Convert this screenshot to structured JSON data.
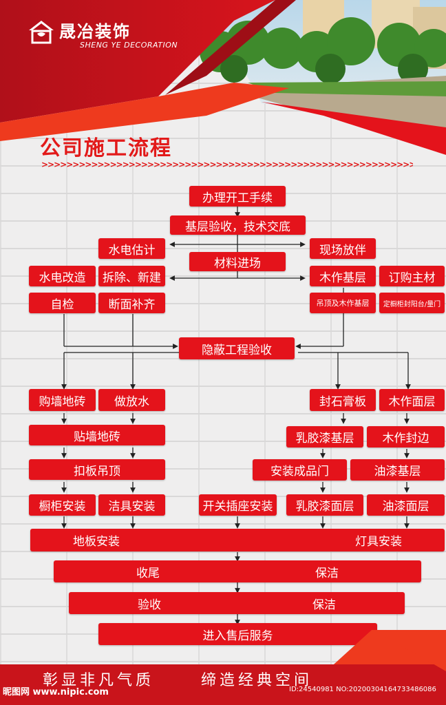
{
  "brand": {
    "name": "晟冶装饰",
    "english": "SHENG YE DECORATION"
  },
  "title": "公司施工流程",
  "arrow_line": ">>>>>>>>>>>>>>>>>>>>>>>>>>>>>>>>>>>>>>>>>>>>>>>>>>>>>>>>>>>>>>>>",
  "steps": {
    "s01": "办理开工手续",
    "s02": "基层验收，技术交底",
    "s03": "水电估计",
    "s04": "现场放伴",
    "s05": "材料进场",
    "s06": "水电改造",
    "s07": "拆除、新建",
    "s08": "木作基层",
    "s09": "订购主材",
    "s10": "自检",
    "s11": "断面补齐",
    "s12": "吊顶及木作基层",
    "s13": "定橱柜封阳台/量门",
    "s14": "隐蔽工程验收",
    "s15": "购墙地砖",
    "s16": "做放水",
    "s17": "封石膏板",
    "s18": "木作面层",
    "s19": "贴墙地砖",
    "s20": "乳胶漆基层",
    "s21": "木作封边",
    "s22": "扣板吊顶",
    "s23": "安装成品门",
    "s24": "油漆基层",
    "s25": "橱柜安装",
    "s26": "洁具安装",
    "s27": "开关插座安装",
    "s28": "乳胶漆面层",
    "s29": "油漆面层",
    "s30a": "地板安装",
    "s30b": "灯具安装",
    "s31a": "收尾",
    "s31b": "保洁",
    "s32a": "验收",
    "s32b": "保洁",
    "s33": "进入售后服务"
  },
  "slogan": {
    "left": "彰显非凡气质",
    "right": "缔造经典空间"
  },
  "watermark": {
    "site": "昵图网 www.nipic.com",
    "id": "ID:24540981 NO:20200304164733486086"
  },
  "colors": {
    "red": "#e4131b",
    "dark_red": "#b5121b",
    "orange_red": "#ee3a1e"
  }
}
